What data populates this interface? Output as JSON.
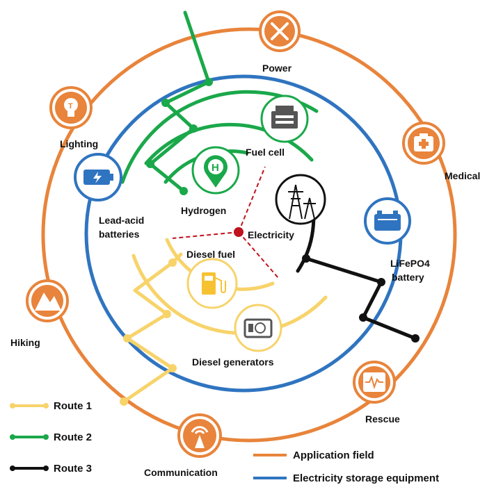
{
  "colors": {
    "application": "#e8843b",
    "storage": "#2f74c0",
    "route1": "#f7d36a",
    "route2": "#1aa84a",
    "route3": "#111111",
    "electricity_dash": "#c0121c"
  },
  "nodes": {
    "power": {
      "label": "Power",
      "icon": "wrench-screwdriver-icon"
    },
    "medical": {
      "label": "Medical",
      "icon": "first-aid-kit-icon"
    },
    "rescue": {
      "label": "Rescue",
      "icon": "rescue-monitor-icon"
    },
    "communication": {
      "label": "Communication",
      "icon": "antenna-icon"
    },
    "hiking": {
      "label": "Hiking",
      "icon": "mountain-icon"
    },
    "lighting": {
      "label": "Lighting",
      "icon": "light-bulb-icon"
    },
    "lead_acid": {
      "label_line1": "Lead-acid",
      "label_line2": "batteries",
      "icon": "battery-icon"
    },
    "lifepo4": {
      "label_line1": "LiFePO4",
      "label_line2": "battery",
      "icon": "car-battery-icon"
    },
    "fuel_cell": {
      "label": "Fuel cell",
      "icon": "generator-icon"
    },
    "hydrogen": {
      "label": "Hydrogen",
      "icon": "hydrogen-pin-icon",
      "symbol": "H"
    },
    "electricity": {
      "label": "Electricity",
      "icon": "power-tower-icon"
    },
    "diesel_fuel": {
      "label": "Diesel fuel",
      "icon": "fuel-pump-icon"
    },
    "diesel_generators": {
      "label": "Diesel generators",
      "icon": "diesel-generator-icon"
    }
  },
  "legend": {
    "routes": [
      {
        "label": "Route 1",
        "color": "#f7d36a"
      },
      {
        "label": "Route 2",
        "color": "#1aa84a"
      },
      {
        "label": "Route 3",
        "color": "#111111"
      }
    ],
    "rings": [
      {
        "label": "Application field",
        "color": "#e8843b"
      },
      {
        "label": "Electricity storage equipment",
        "color": "#2f74c0"
      }
    ]
  }
}
